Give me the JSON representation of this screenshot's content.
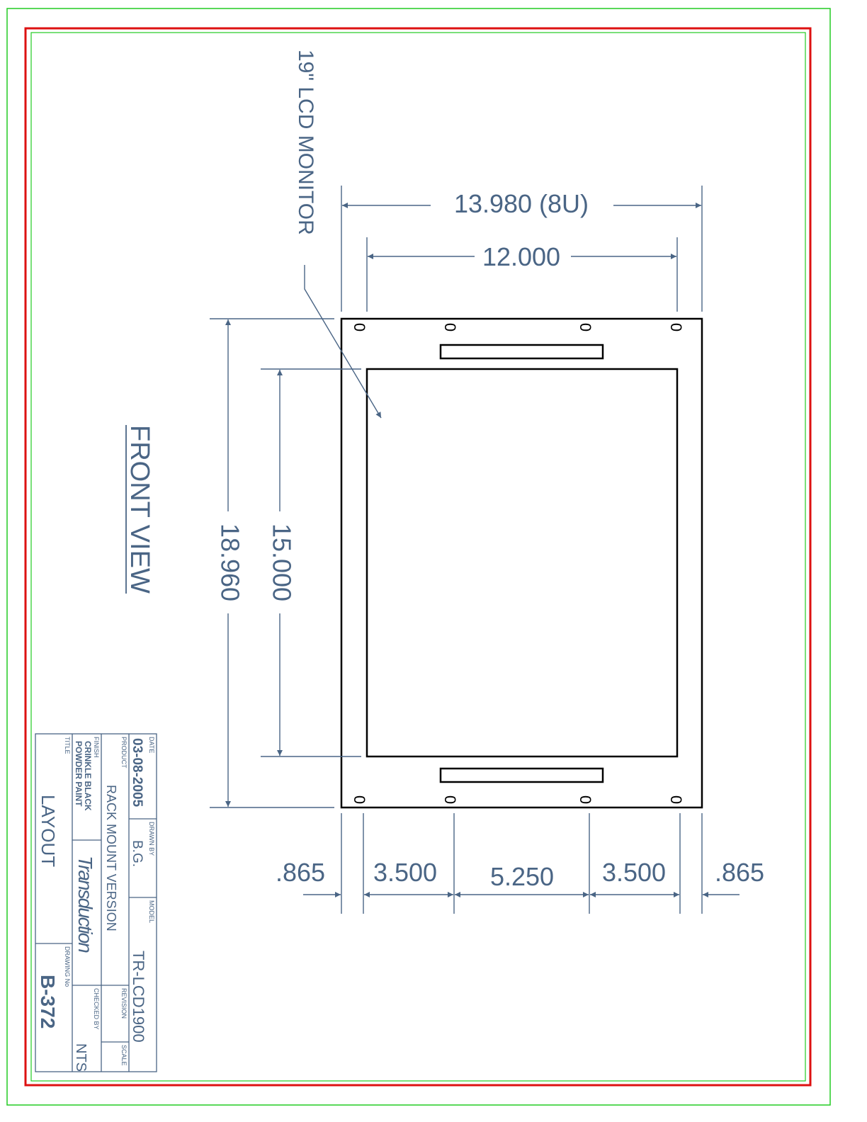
{
  "drawing": {
    "callout": "19\" LCD MONITOR",
    "view_title": "FRONT VIEW",
    "dimensions": {
      "overall_width": "13.980 (8U)",
      "hole_span": "12.000",
      "overall_height": "18.960",
      "screen_height": "15.000",
      "left_margin": ".865",
      "left_spacing": "3.500",
      "center_spacing": "5.250",
      "right_spacing": "3.500",
      "right_margin": ".865"
    },
    "hole_label": "0"
  },
  "title_block": {
    "date_label": "DATE",
    "date": "03-08-2005",
    "drawn_by_label": "DRAWN BY",
    "drawn_by": "B.G.",
    "model_label": "MODEL",
    "model": "TR-LCD1900",
    "product_label": "PRODUCT",
    "product": "RACK MOUNT VERSION",
    "revision_label": "REVISION",
    "scale_label": "SCALE",
    "scale": "NTS",
    "finish_label": "FINISH",
    "finish_line1": "CRINKLE BLACK",
    "finish_line2": "POWDER PAINT",
    "company": "Transduction",
    "checked_by_label": "CHECKED BY",
    "title_label": "TITLE",
    "title": "LAYOUT",
    "drawing_no_label": "DRAWING No",
    "drawing_no": "B-372"
  },
  "colors": {
    "outer_border": "#22cc22",
    "red_border": "#dd1111",
    "dimension": "#4a6585",
    "outline": "#000000"
  }
}
